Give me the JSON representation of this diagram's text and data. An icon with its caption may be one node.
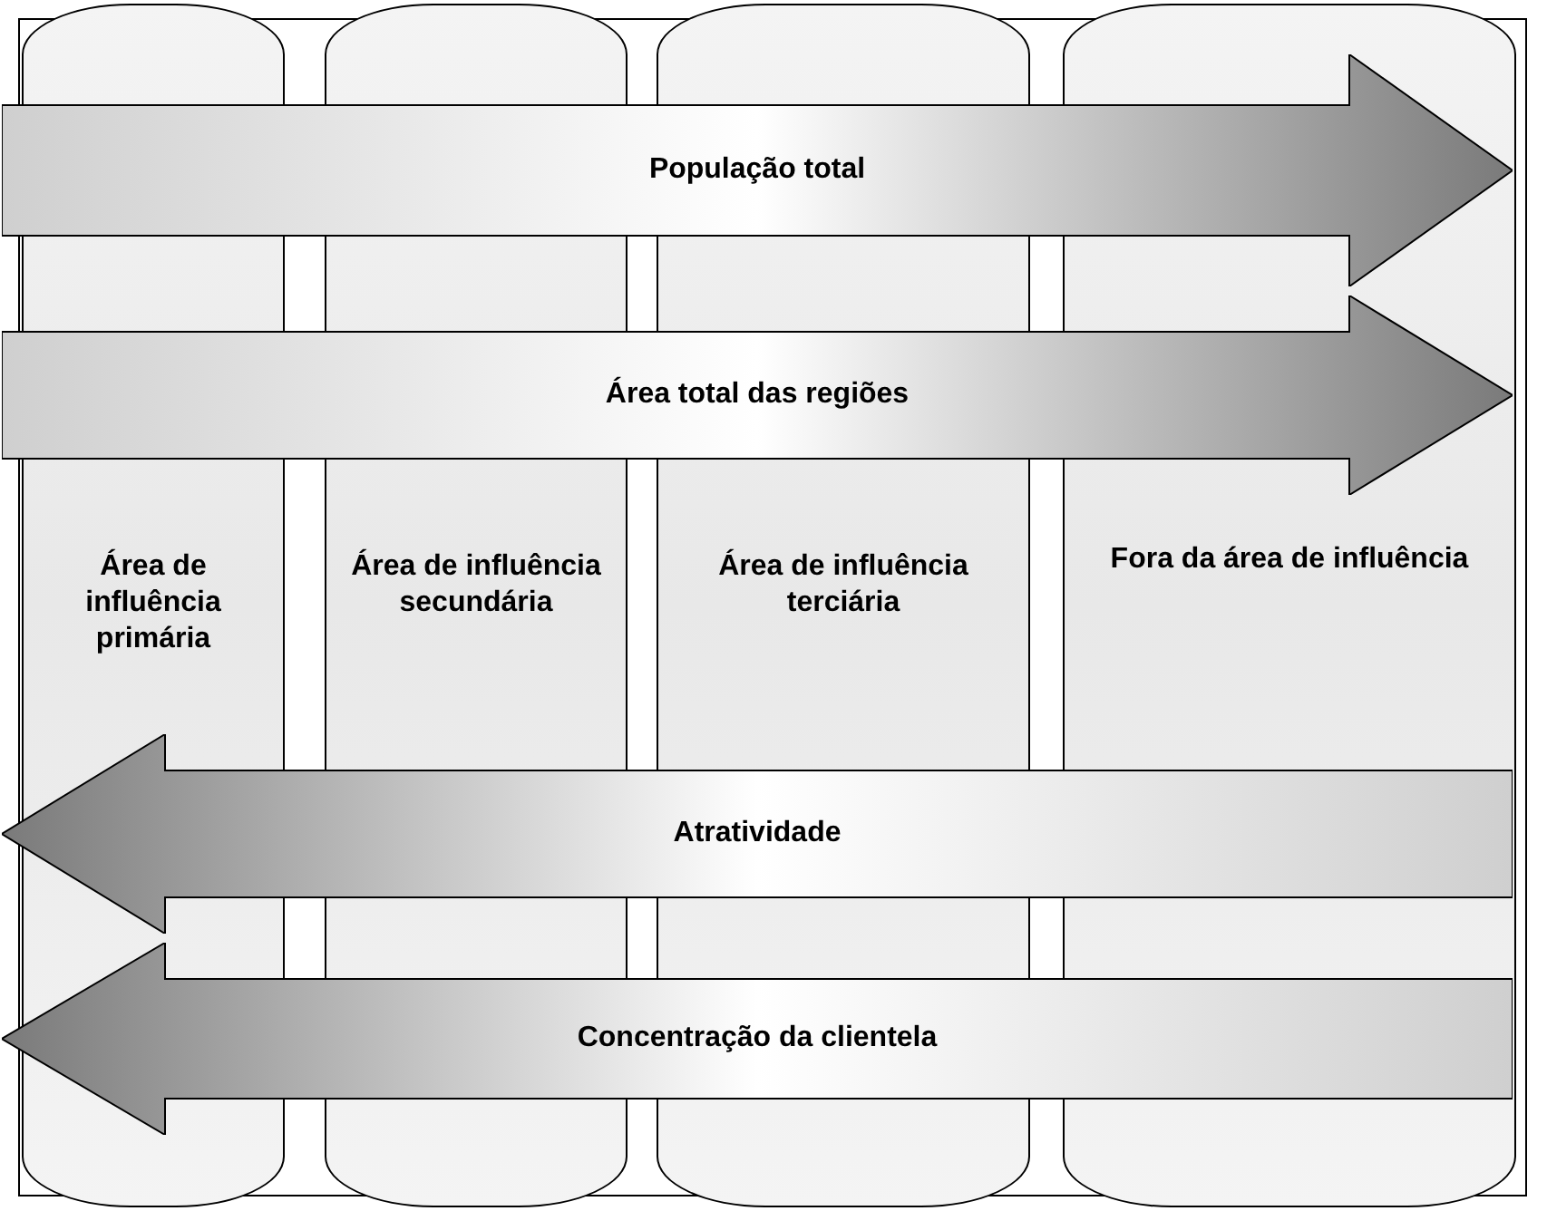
{
  "diagram": {
    "nodes": [
      {
        "text": [
          "Área de influência primária"
        ]
      },
      {
        "text": [
          "Área de influência secundária"
        ]
      },
      {
        "text": [
          "Área de influência terciária"
        ]
      },
      {
        "text": [
          "Fora da área de influência"
        ]
      },
      {
        "text": [
          "População total"
        ]
      },
      {
        "text": [
          "Área total das regiões"
        ]
      },
      {
        "text": [
          "Atratividade"
        ]
      },
      {
        "text": [
          "Concentração da clientela"
        ]
      }
    ]
  }
}
